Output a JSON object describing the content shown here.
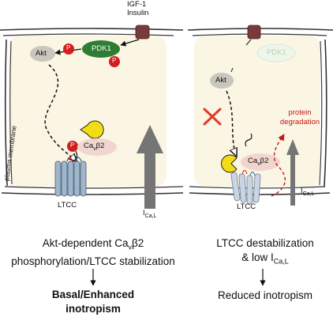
{
  "stimulus": {
    "line1": "IGF-1",
    "line2": "Insulin"
  },
  "membrane_label": "plasma membrane",
  "left_cell": {
    "pdk1": "PDK1",
    "akt": "Akt",
    "phospho": "P",
    "cav_beta2_pre": "Ca",
    "cav_beta2_sub": "v",
    "cav_beta2_post": "β2",
    "ltcc": "LTCC",
    "current_main": "I",
    "current_sub": "Ca,L"
  },
  "right_cell": {
    "pdk1": "PDK1",
    "akt": "Akt",
    "degradation_line1": "protein",
    "degradation_line2": "degradation",
    "cav_beta2_pre": "Ca",
    "cav_beta2_sub": "v",
    "cav_beta2_post": "β2",
    "ltcc": "LTCC",
    "current_main": "I",
    "current_sub": "Ca,L"
  },
  "left_caption": {
    "line1_pre": "Akt-dependent Ca",
    "line1_sub": "v",
    "line1_post": "β2",
    "line2": "phosphorylation/LTCC stabilization",
    "outcome_line1": "Basal/Enhanced",
    "outcome_line2": "inotropism"
  },
  "right_caption": {
    "line1": "LTCC destabilization",
    "line2_pre": "& low I",
    "line2_sub": "Ca,L",
    "outcome": "Reduced inotropism"
  },
  "colors": {
    "cytoplasm": "#fbf5e4",
    "membrane": "#333333",
    "receptor": "#7a3a3a",
    "pdk1": "#2e7d32",
    "pdk1_faded": "#cfe3c8",
    "akt": "#c9c6bd",
    "phospho": "#d21e1e",
    "pacman": "#f2dc16",
    "cav_beta2": "#f0d6cf",
    "inhibition": "#e03a2c",
    "degradation": "#c01818",
    "channel": "#9fb6cd",
    "current_arrow": "#757575"
  }
}
